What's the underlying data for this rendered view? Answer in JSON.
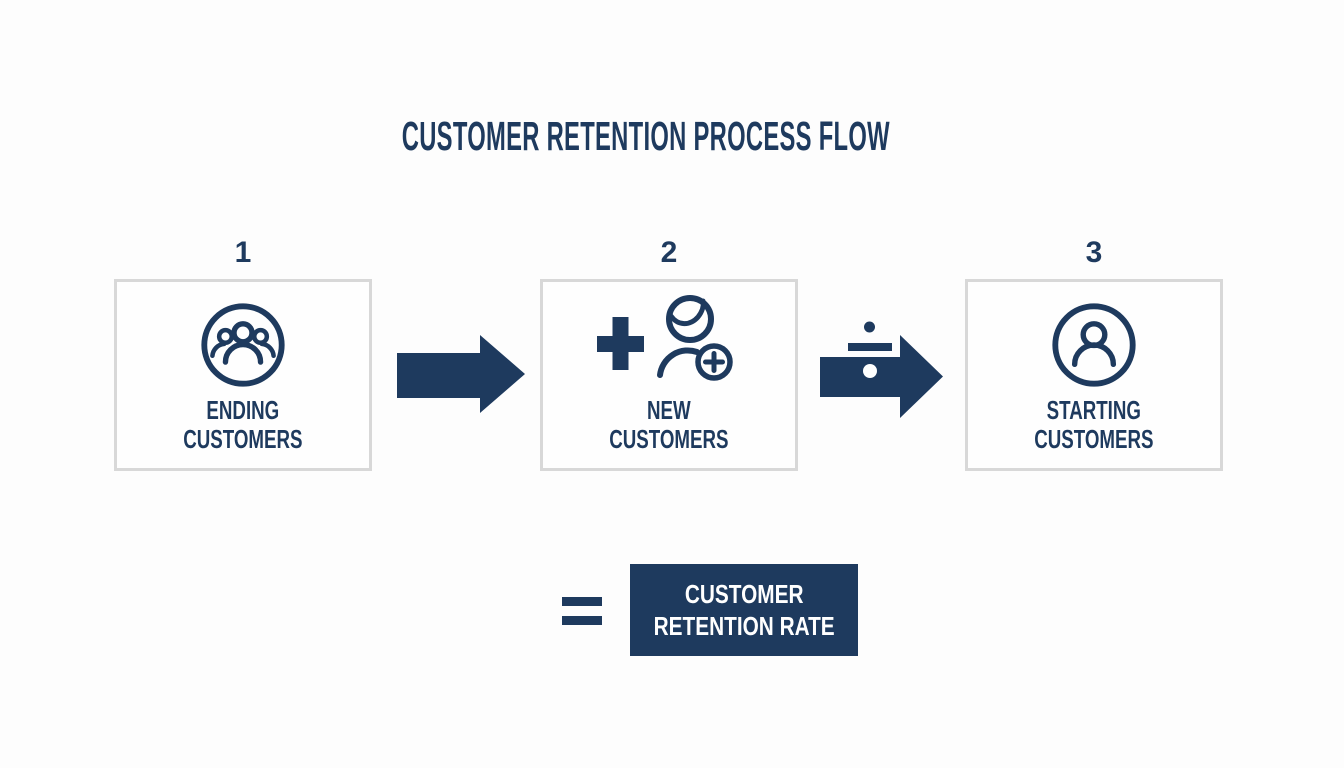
{
  "title": "CUSTOMER RETENTION PROCESS FLOW",
  "colors": {
    "navy": "#1e3a5e",
    "box_border": "#d8d8d8",
    "background": "#fdfdfd",
    "box_fill": "#fefefe",
    "result_bg": "#1e3a5e",
    "result_text": "#ffffff"
  },
  "steps": [
    {
      "number": "1",
      "label_line1": "ENDING",
      "label_line2": "CUSTOMERS",
      "icon": "customer-group-icon"
    },
    {
      "number": "2",
      "label_line1": "NEW",
      "label_line2": "CUSTOMERS",
      "icon": "add-customer-icon"
    },
    {
      "number": "3",
      "label_line1": "STARTING",
      "label_line2": "CUSTOMERS",
      "icon": "single-customer-icon"
    }
  ],
  "flow": {
    "operator_1_2": "arrow-right",
    "operator_2_3": "divide-arrow-right",
    "result_operator": "equals"
  },
  "result": {
    "line1": "CUSTOMER",
    "line2": "RETENTION RATE"
  }
}
